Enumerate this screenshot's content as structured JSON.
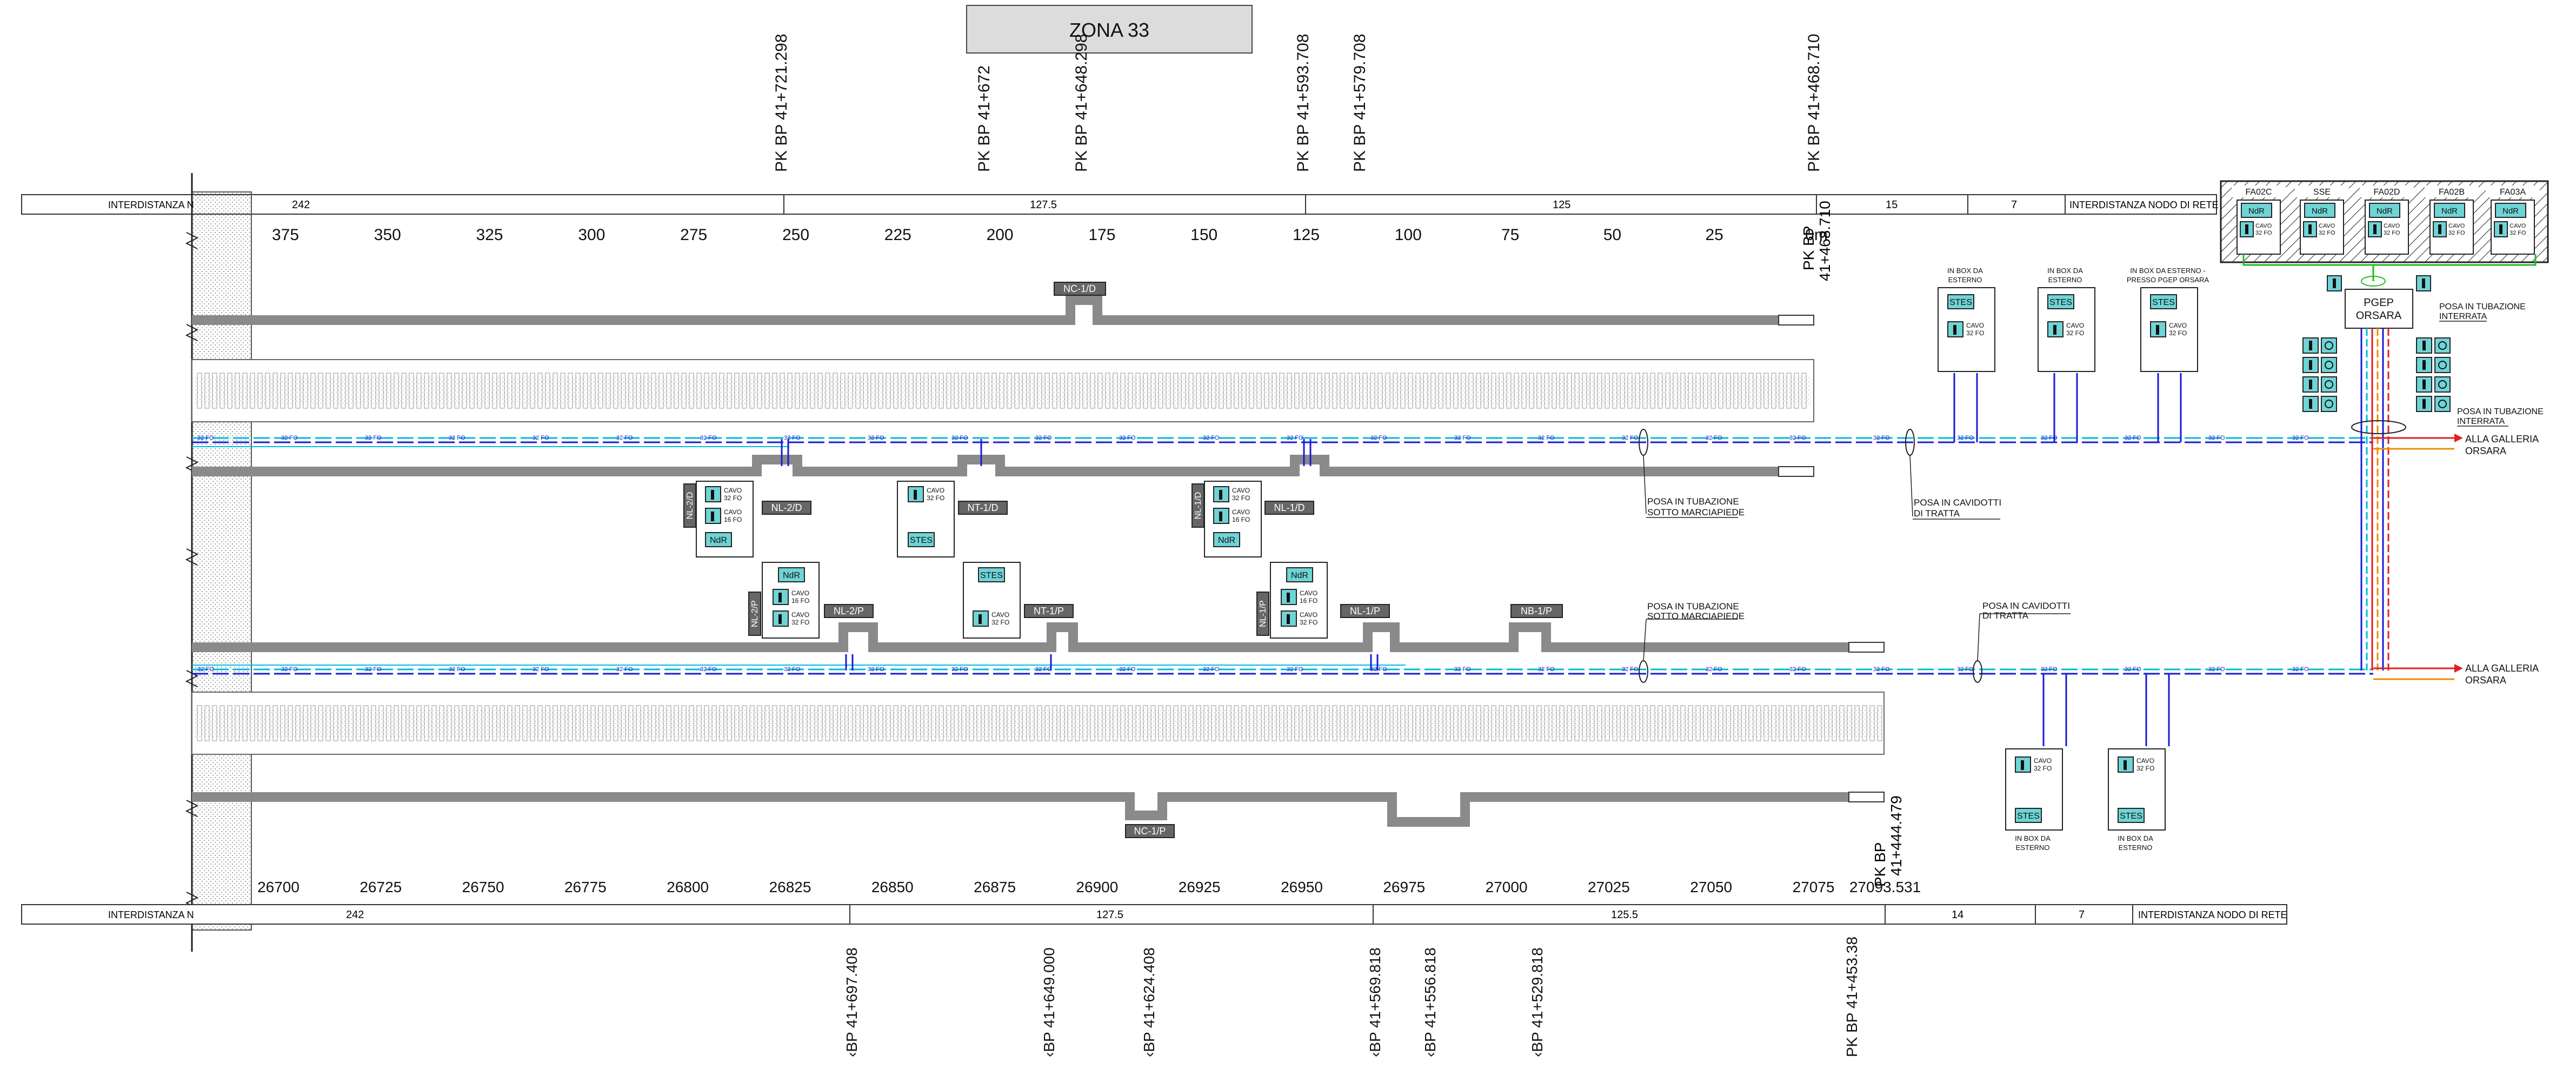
{
  "title": "ZONA 33",
  "top_interdistance": {
    "label_left": "INTERDISTANZA N",
    "segments": [
      "242",
      "127.5",
      "125",
      "15",
      "7"
    ],
    "label_right": "INTERDISTANZA NODO DI RETE"
  },
  "bottom_interdistance": {
    "label_left": "INTERDISTANZA N",
    "segments": [
      "242",
      "127.5",
      "125.5",
      "14",
      "7"
    ],
    "label_right": "INTERDISTANZA NODO DI RETE"
  },
  "top_scale": [
    "375",
    "350",
    "325",
    "300",
    "275",
    "250",
    "225",
    "200",
    "175",
    "150",
    "125",
    "100",
    "75",
    "50",
    "25",
    "0m"
  ],
  "bottom_scale": [
    "26700",
    "26725",
    "26750",
    "26775",
    "26800",
    "26825",
    "26850",
    "26875",
    "26900",
    "26925",
    "26950",
    "26975",
    "27000",
    "27025",
    "27050",
    "27075",
    "27093.531"
  ],
  "top_pk": [
    "PK BP 41+721.298",
    "PK BP 41+672",
    "PK BP 41+648.298",
    "PK BP 41+593.708",
    "PK BP 41+579.708",
    "PK BP 41+468.710"
  ],
  "bottom_pk": [
    "‹BP 41+697.408",
    "‹BP 41+649.000",
    "‹BP 41+624.408",
    "‹BP 41+569.818",
    "‹BP 41+556.818",
    "‹BP 41+529.818",
    "PK BP 41+453.38"
  ],
  "pk_end_top": [
    "PK BP",
    "41+468.710"
  ],
  "pk_end_bottom": [
    "PK BP",
    "41+444.479"
  ],
  "niches": {
    "nc1d": "NC-1/D",
    "nl2d": "NL-2/D",
    "nt1d": "NT-1/D",
    "nl1d": "NL-1/D",
    "nl2p": "NL-2/P",
    "nt1p": "NT-1/P",
    "nl1p": "NL-1/P",
    "nb1p": "NB-1/P",
    "nc1p": "NC-1/P",
    "v_nl2d": "NL-2/D",
    "v_nl1d": "NL-1/D",
    "v_nl2p": "NL-2/P",
    "v_nl1p": "NL-1/P"
  },
  "boxes": {
    "ndr": "NdR",
    "stes": "STES",
    "cavo32": [
      "CAVO",
      "32 FO"
    ],
    "cavo16": [
      "CAVO",
      "16 FO"
    ],
    "pgep": [
      "PGEP",
      "ORSARA"
    ]
  },
  "fiber_label": "32 FO",
  "notes": {
    "tub_marc_top": [
      "POSA IN TUBAZIONE",
      "SOTTO MARCIAPIEDE"
    ],
    "cavid_top": [
      "POSA IN CAVIDOTTI",
      "DI TRATTA"
    ],
    "tub_marc_bottom": [
      "POSA IN TUBAZIONE",
      "SOTTO MARCIAPIEDE"
    ],
    "cavid_bottom": [
      "POSA IN CAVIDOTTI",
      "DI TRATTA"
    ],
    "box_est_1": [
      "IN BOX DA",
      "ESTERNO"
    ],
    "box_est_2": [
      "IN BOX DA",
      "ESTERNO"
    ],
    "box_est_3": [
      "IN BOX DA ESTERNO -",
      "PRESSO PGEP ORSARA"
    ],
    "box_est_4": [
      "IN BOX DA",
      "ESTERNO"
    ],
    "box_est_5": [
      "IN BOX DA",
      "ESTERNO"
    ],
    "tub_interrata_1": [
      "POSA IN TUBAZIONE",
      "INTERRATA"
    ],
    "tub_interrata_2": [
      "POSA IN TUBAZIONE",
      "INTERRATA"
    ],
    "galleria_1": [
      "ALLA GALLERIA",
      "ORSARA"
    ],
    "galleria_2": [
      "ALLA GALLERIA",
      "ORSARA"
    ]
  },
  "cabinet_headers": [
    "FA02C",
    "SSE",
    "FA02D",
    "FA02B",
    "FA03A"
  ],
  "colors": {
    "fiber_cyan": "#00bcd4",
    "fiber_blue": "#1a1ad6",
    "track_gray": "#8a8a8a",
    "box_fill": "#6fd4d6",
    "green_link": "#22bb22",
    "red_link": "#e02020",
    "orange_link": "#f08a00"
  }
}
